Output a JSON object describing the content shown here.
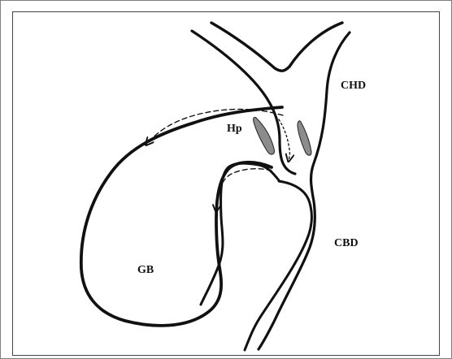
{
  "labels": {
    "chd": "CHD",
    "hp": "Hp",
    "cbd": "CBD",
    "gb": "GB"
  },
  "icons": {
    "gallbladder": "gallbladder-outline-icon",
    "duct": "bile-duct-icon",
    "flow_arrow": "dashed-flow-arrow-icon",
    "valve": "spiral-valve-icon"
  },
  "colors": {
    "line": "#111111",
    "valve_fill": "#8c8c8c",
    "background": "#ffffff",
    "frame": "#444444"
  }
}
